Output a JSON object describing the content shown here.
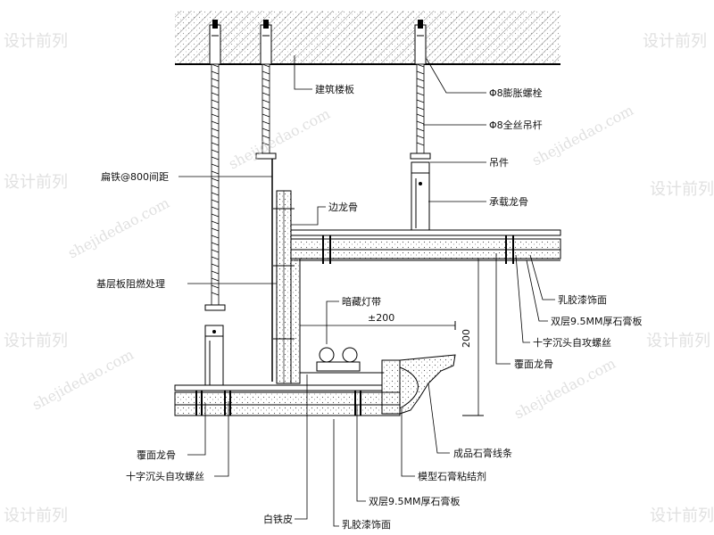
{
  "labels": {
    "building_slab": "建筑楼板",
    "expansion_bolt": "Φ8膨胀螺栓",
    "threaded_rod": "Φ8全丝吊杆",
    "hanger": "吊件",
    "flat_iron": "扁铁@800间距",
    "edge_keel": "边龙骨",
    "main_keel": "承载龙骨",
    "base_fireproof": "基层板阻燃处理",
    "hidden_light": "暗藏灯带",
    "latex_paint_r": "乳胶漆饰面",
    "double_gypsum_r": "双层9.5MM厚石膏板",
    "cross_screw_r": "十字沉头自攻螺丝",
    "cover_keel_r": "覆面龙骨",
    "cover_keel_l": "覆面龙骨",
    "cross_screw_l": "十字沉头自攻螺丝",
    "gypsum_cornice": "成品石膏线条",
    "gypsum_adhesive": "模型石膏粘结剂",
    "double_gypsum_b": "双层9.5MM厚石膏板",
    "galvanized_sheet": "白铁皮",
    "latex_paint_b": "乳胶漆饰面"
  },
  "dimensions": {
    "horizontal": "±200",
    "vertical": "200"
  },
  "watermark": {
    "cn": "设计前列",
    "en": "shejidedao.com"
  }
}
